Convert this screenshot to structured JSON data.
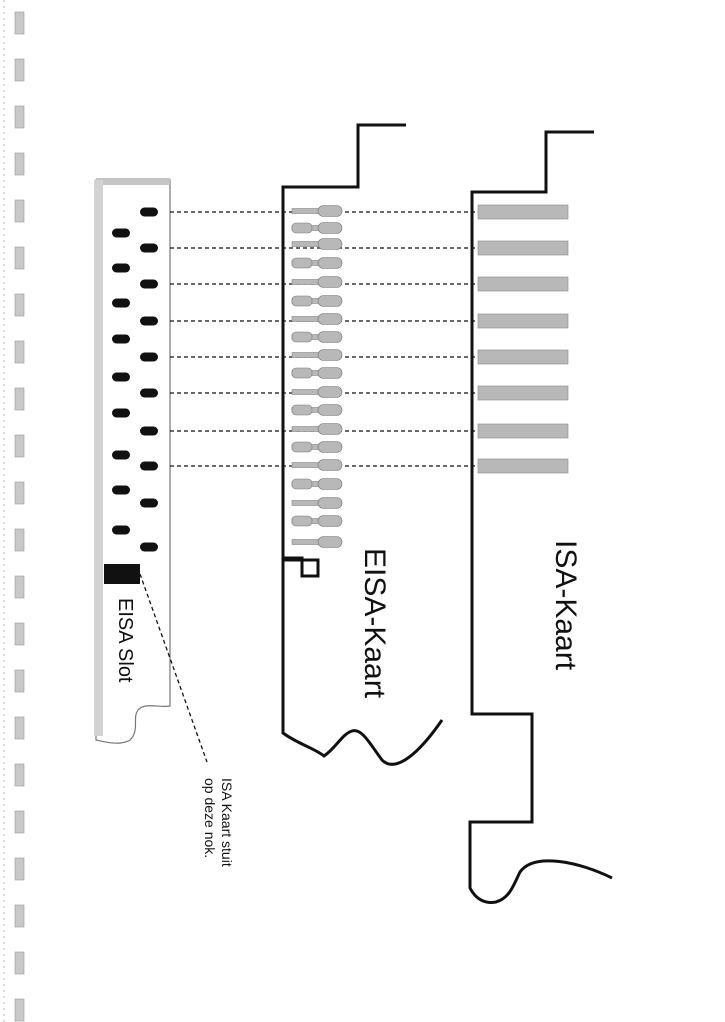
{
  "labels": {
    "eisa_slot": "EISA Slot",
    "eisa_card": "EISA-Kaart",
    "isa_card": "ISA-Kaart",
    "note_line1": "ISA Kaart stuit",
    "note_line2": "op deze nok."
  },
  "colors": {
    "ink": "#111111",
    "pad_gray": "#b8b8b8",
    "binding_strip": "#c9c9c9"
  }
}
